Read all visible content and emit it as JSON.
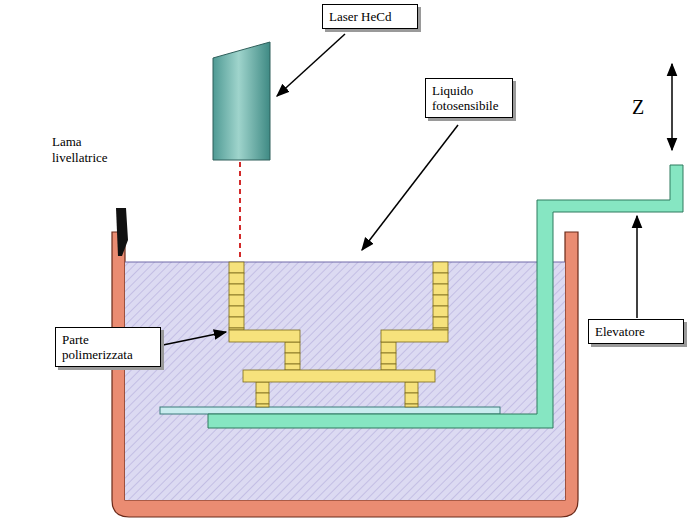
{
  "diagram": {
    "nodes": [
      {
        "text": [
          "Laser HeCd"
        ]
      },
      {
        "text": [
          "Liquido fotosensibile"
        ]
      },
      {
        "text": [
          "Parte polimerizzata"
        ]
      },
      {
        "text": [
          "Elevatore"
        ]
      }
    ],
    "labels": [
      "Lama livellatrice",
      "Z"
    ]
  }
}
